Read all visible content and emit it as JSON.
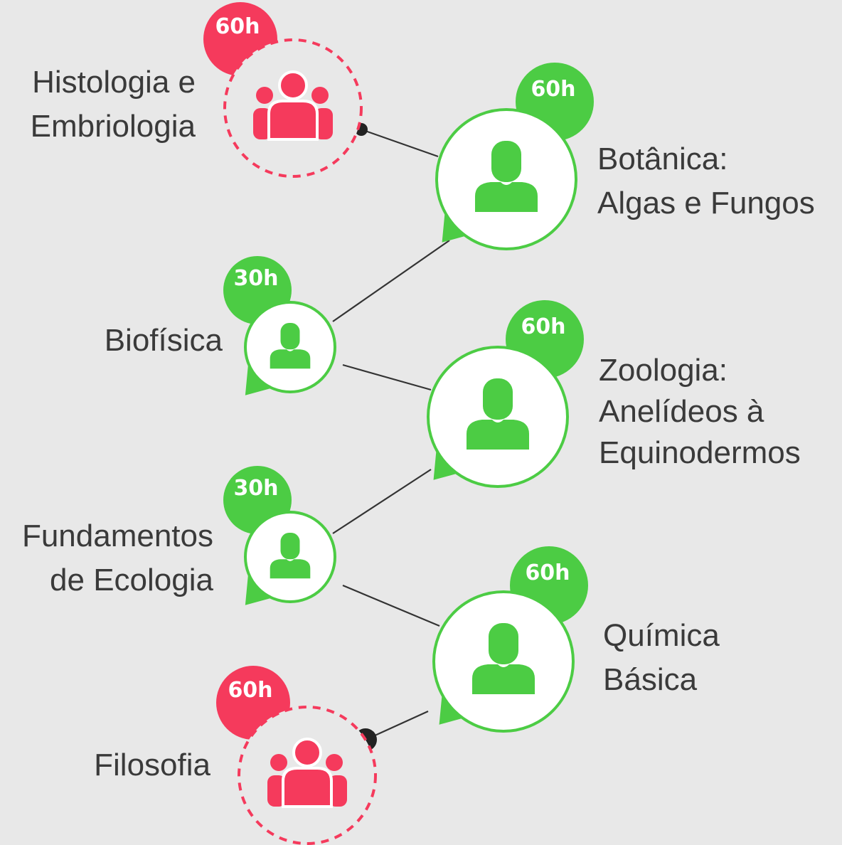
{
  "colors": {
    "background": "#e8e8e8",
    "green": "#4ccc44",
    "red": "#f53a5c",
    "connector": "#333333",
    "label_text": "#3a3a3a"
  },
  "nodes": [
    {
      "id": "histologia",
      "hours": "60h",
      "label_lines": [
        "Histologia e",
        "Embriologia"
      ],
      "style": "red",
      "icon": "group-icon"
    },
    {
      "id": "botanica",
      "hours": "60h",
      "label_lines": [
        "Botânica:",
        "Algas e Fungos"
      ],
      "style": "green",
      "icon": "person-icon"
    },
    {
      "id": "biofisica",
      "hours": "30h",
      "label_lines": [
        "Biofísica"
      ],
      "style": "green",
      "icon": "person-icon"
    },
    {
      "id": "zoologia",
      "hours": "60h",
      "label_lines": [
        "Zoologia:",
        "Anelídeos à",
        "Equinodermos"
      ],
      "style": "green",
      "icon": "person-icon"
    },
    {
      "id": "ecologia",
      "hours": "30h",
      "label_lines": [
        "Fundamentos",
        "de Ecologia"
      ],
      "style": "green",
      "icon": "person-icon"
    },
    {
      "id": "quimica",
      "hours": "60h",
      "label_lines": [
        "Química",
        "Básica"
      ],
      "style": "green",
      "icon": "person-icon"
    },
    {
      "id": "filosofia",
      "hours": "60h",
      "label_lines": [
        "Filosofia"
      ],
      "style": "red",
      "icon": "group-icon"
    }
  ]
}
